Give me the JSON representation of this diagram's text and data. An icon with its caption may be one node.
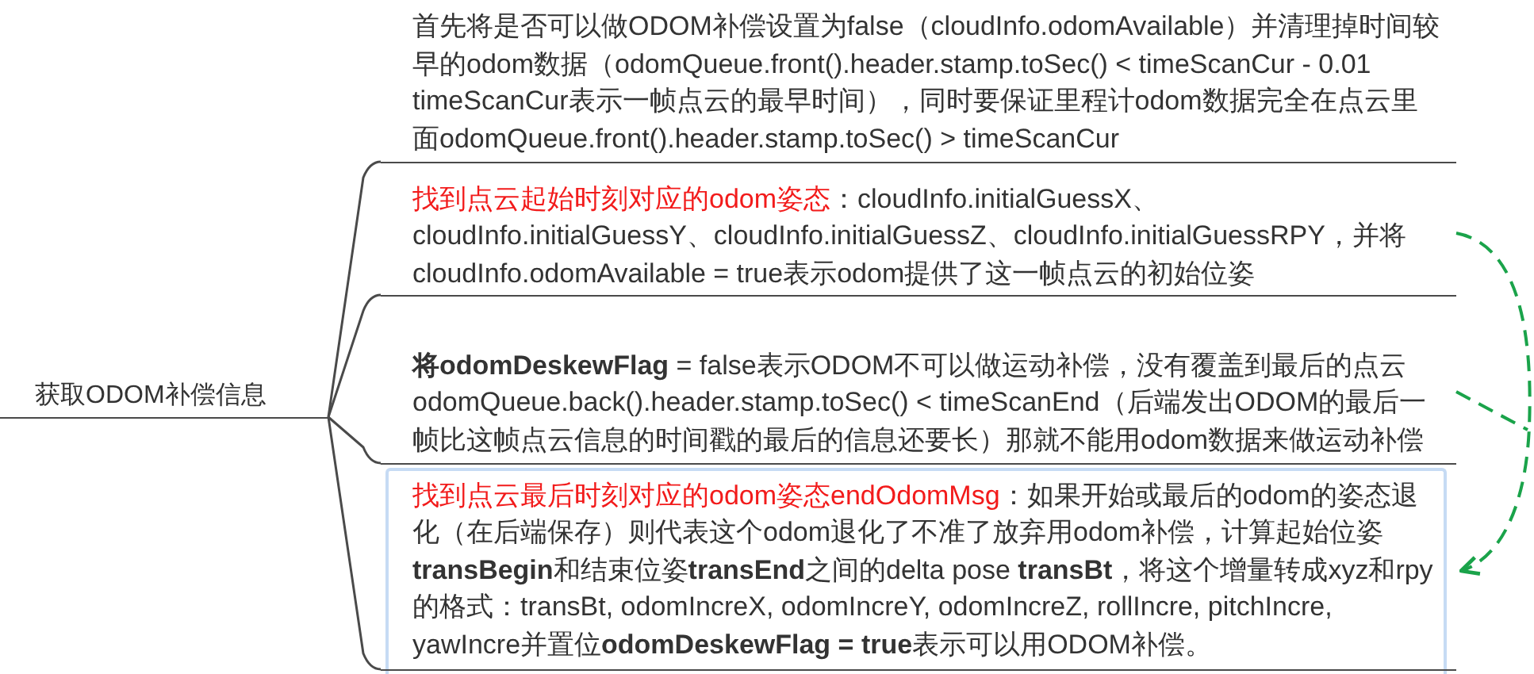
{
  "diagram": {
    "nodes": [
      {
        "text": [
          "获取ODOM补偿信息"
        ]
      },
      {
        "text": [
          "首先将是否可以做ODOM补偿设置为false（cloudInfo.odomAvailable）并清理掉时间较早的odom数据（odomQueue.front().header.stamp.toSec() < timeScanCur - 0.01 timeScanCur表示一帧点云的最早时间），同时要保证里程计odom数据完全在点云里面odomQueue.front().header.stamp.toSec() > timeScanCur"
        ]
      },
      {
        "text": [
          "找到点云起始时刻对应的odom姿态",
          "：cloudInfo.initialGuessX、cloudInfo.initialGuessY、cloudInfo.initialGuessZ、cloudInfo.initialGuessRPY，并将cloudInfo.odomAvailable = true表示odom提供了这一帧点云的初始位姿"
        ]
      },
      {
        "text": [
          "**将odomDeskewFlag** = false表示ODOM不可以做运动补偿，没有覆盖到最后的点云odomQueue.back().header.stamp.toSec() < timeScanEnd（后端发出ODOM的最后一帧比这帧点云信息的时间戳的最后的信息还要长）那就不能用odom数据来做运动补偿"
        ]
      },
      {
        "text": [
          "找到点云最后时刻对应的odom姿态endOdomMsg",
          "：如果开始或最后的odom的姿态退化（在后端保存）则代表这个odom退化了不准了放弃用odom补偿，计算起始位姿**transBegin**和结束位姿**transEnd**之间的delta pose **transBt**，将这个增量转成xyz和rpy的格式：transBt, odomIncreX, odomIncreY, odomIncreZ, rollIncre, pitchIncre, yawIncre并置位**odomDeskewFlag = true**表示可以用ODOM补偿。"
        ]
      }
    ],
    "edges": [
      {
        "from": 0,
        "to": 1,
        "arrow": "none"
      },
      {
        "from": 0,
        "to": 2,
        "arrow": "none"
      },
      {
        "from": 0,
        "to": 3,
        "arrow": "none"
      },
      {
        "from": 0,
        "to": 4,
        "arrow": "none"
      },
      {
        "from": 2,
        "to": 4,
        "arrow": "to",
        "style": "dashed",
        "color": "#1aa34a"
      },
      {
        "from": 3,
        "to": null,
        "arrow": "none",
        "style": "dashed",
        "color": "#1aa34a"
      }
    ]
  }
}
